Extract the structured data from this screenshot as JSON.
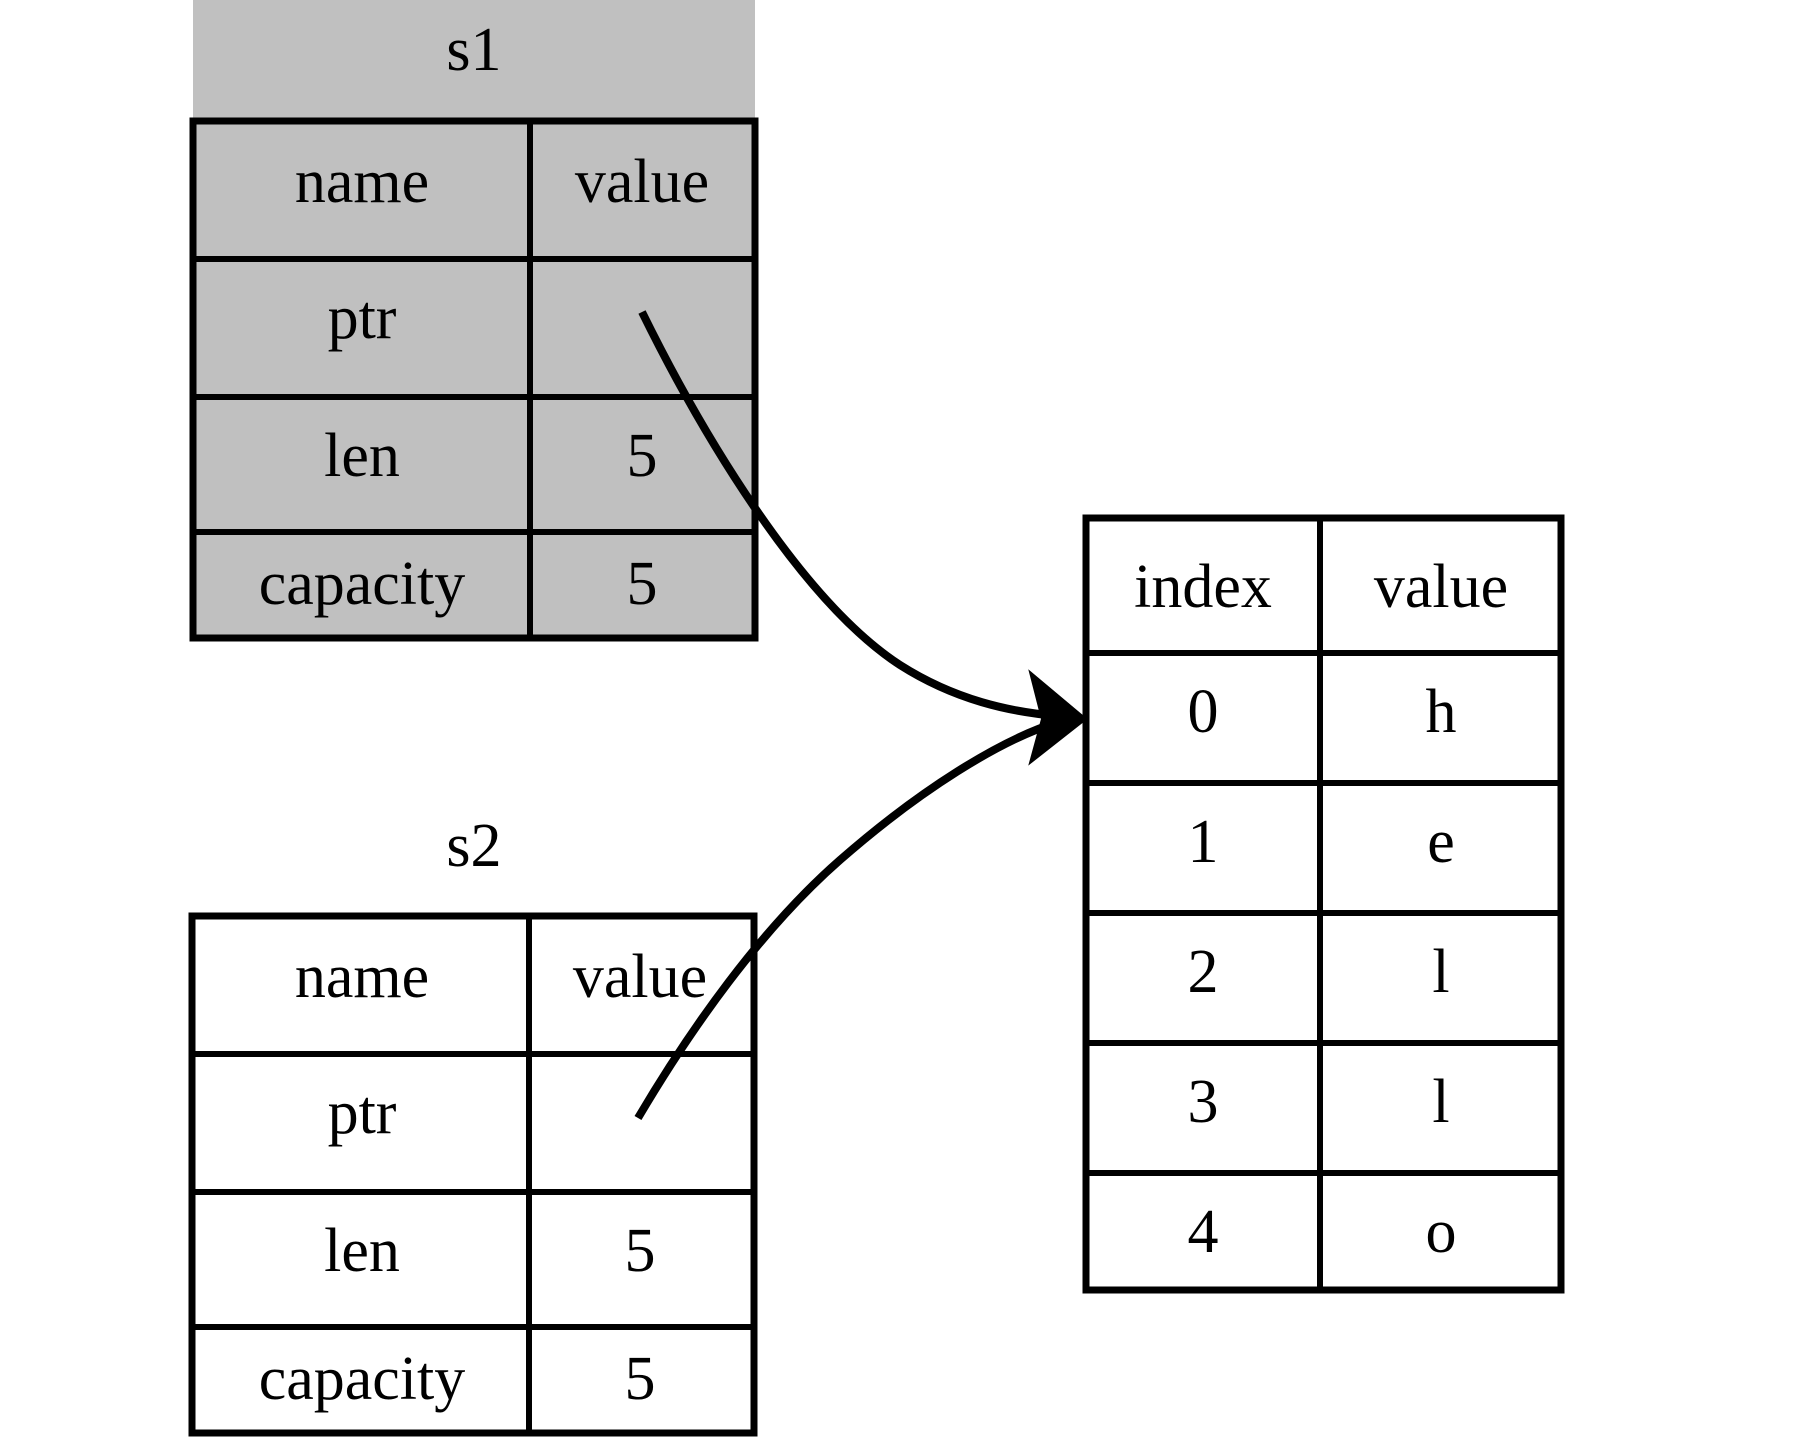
{
  "diagram": {
    "kind": "memory-layout-diagram",
    "background_color": "#ffffff",
    "line_color": "#000000",
    "highlight_color": "#c0c0c0",
    "arrow_count": 2,
    "arrow_description": "both ptr fields point to index 0 of the shared character buffer"
  },
  "s1": {
    "title": "s1",
    "highlighted": true,
    "fill_color": "#c0c0c0",
    "headers": [
      "name",
      "value"
    ],
    "rows": [
      {
        "name": "ptr",
        "value": ""
      },
      {
        "name": "len",
        "value": "5"
      },
      {
        "name": "capacity",
        "value": "5"
      }
    ]
  },
  "s2": {
    "title": "s2",
    "highlighted": false,
    "fill_color": "#ffffff",
    "headers": [
      "name",
      "value"
    ],
    "rows": [
      {
        "name": "ptr",
        "value": ""
      },
      {
        "name": "len",
        "value": "5"
      },
      {
        "name": "capacity",
        "value": "5"
      }
    ]
  },
  "buffer": {
    "headers": [
      "index",
      "value"
    ],
    "rows": [
      {
        "index": "0",
        "value": "h"
      },
      {
        "index": "1",
        "value": "e"
      },
      {
        "index": "2",
        "value": "l"
      },
      {
        "index": "3",
        "value": "l"
      },
      {
        "index": "4",
        "value": "o"
      }
    ]
  }
}
